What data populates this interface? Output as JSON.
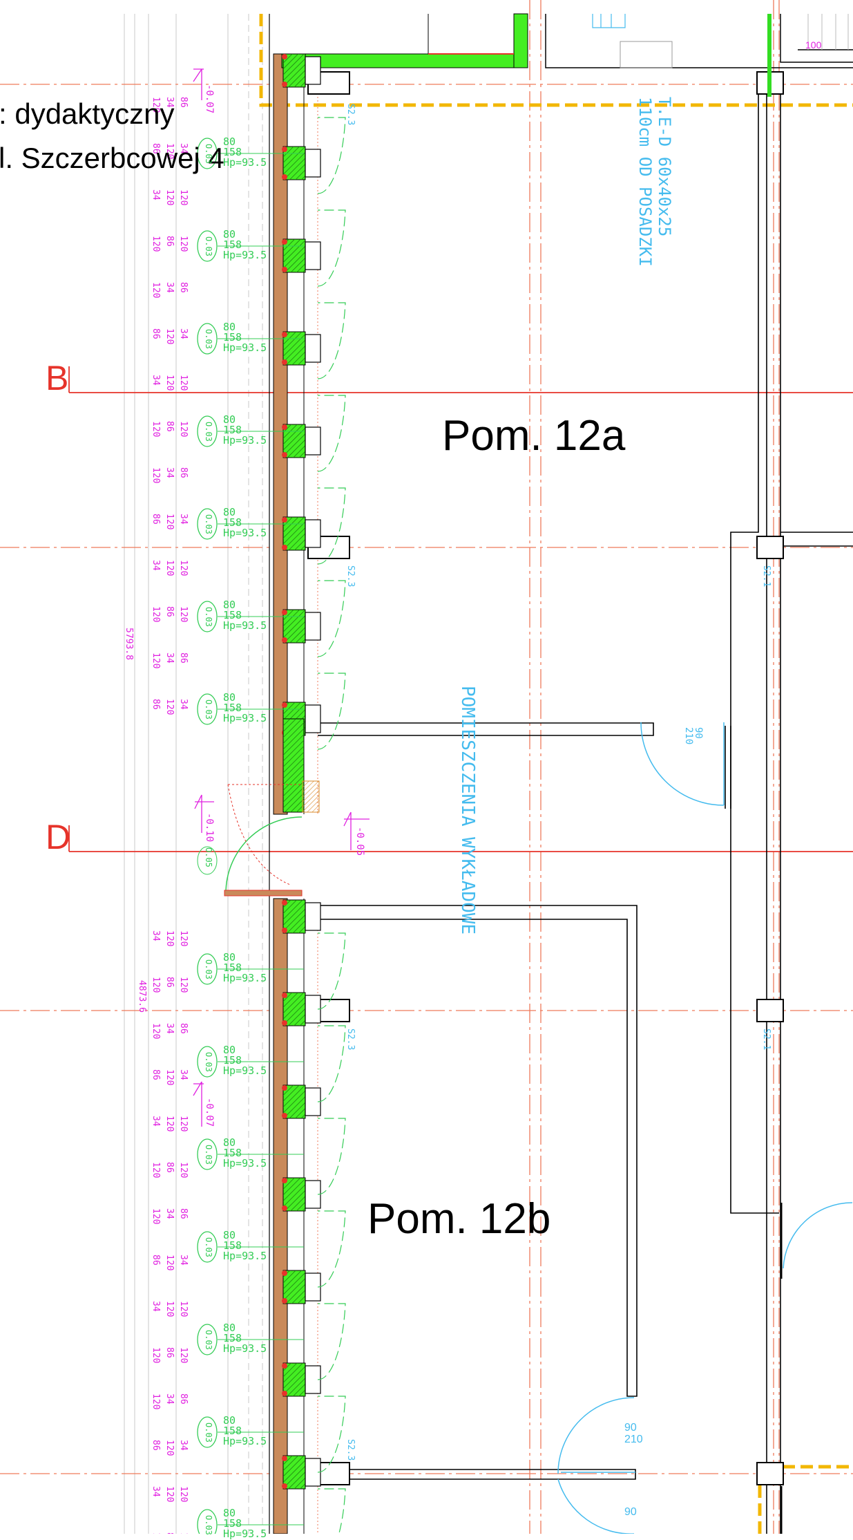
{
  "title_block": {
    "line1": ": dydaktyczny",
    "line2": "l. Szczerbcowej 4"
  },
  "rooms": {
    "room_a": "Pom. 12a",
    "room_b": "Pom. 12b"
  },
  "section_lines": {
    "b": "B",
    "d": "D"
  },
  "annotations": {
    "corridor_label": "POMIESZCZENIA WYKŁADOWE",
    "equipment_note_1": "T.E-D 60x40x25",
    "equipment_note_2": "110cm OD POSADZKI",
    "total_dim_upper": "5793.8",
    "total_dim_lower": "4873.6",
    "door_upper": "90\n210",
    "door_lower": "90\n210",
    "door_bottom": "90",
    "grid_dim_top": "100",
    "levels": [
      "-0.07",
      "-0.10",
      "-0.05",
      "-0.07"
    ],
    "window_tag": "O.03",
    "window_tag_door": "O.05",
    "window_width": "80",
    "window_height": "158",
    "sill_height": "Hp=93.5",
    "column_tag": "S2.3",
    "column_tag_inner": "S2.1"
  },
  "colors": {
    "wall": "#000000",
    "insulation": "#33dd22",
    "axis": "#e6332a",
    "dim_magenta": "#e020e0",
    "window_green": "#33cc55",
    "cyan": "#44bbee",
    "boundary": "#f2b705",
    "grey": "#b0b0b0"
  }
}
